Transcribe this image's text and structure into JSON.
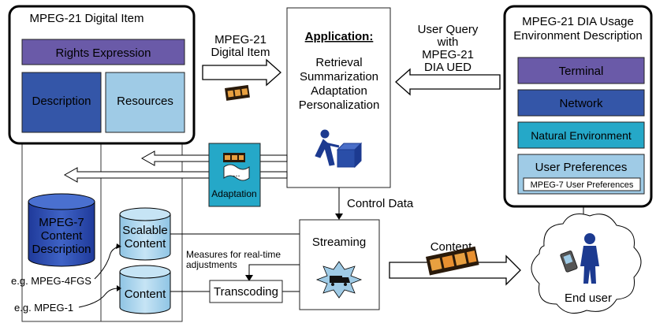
{
  "digital_item": {
    "title": "MPEG-21 Digital Item",
    "rights": "Rights Expression",
    "description": "Description",
    "resources": "Resources"
  },
  "arrow_label": {
    "line1": "MPEG-21",
    "line2": "Digital Item"
  },
  "application": {
    "title": "Application:",
    "items": [
      "Retrieval",
      "Summarization",
      "Adaptation",
      "Personalization"
    ]
  },
  "user_query": {
    "lines": [
      "User Query",
      "with",
      "MPEG-21",
      "DIA UED"
    ]
  },
  "ued": {
    "title_line1": "MPEG-21 DIA Usage",
    "title_line2": "Environment Description",
    "terminal": "Terminal",
    "network": "Network",
    "natural": "Natural Environment",
    "user_prefs": "User Preferences",
    "mpeg7_prefs": "MPEG-7 User Preferences"
  },
  "adaptation_label": "Adaptation",
  "ellipsis": "...",
  "control_data": "Control Data",
  "mpeg7": {
    "lines": [
      "MPEG-7",
      "Content",
      "Description"
    ]
  },
  "scalable": {
    "lines": [
      "Scalable",
      "Content"
    ]
  },
  "content_cyl": "Content",
  "streaming": "Streaming",
  "measures": {
    "line1": "Measures for real-time",
    "line2": "adjustments"
  },
  "transcoding": "Transcoding",
  "content_arrow": "Content",
  "end_user": "End user",
  "eg1": "e.g. MPEG-4FGS",
  "eg2": "e.g. MPEG-1",
  "colors": {
    "purple": "#6a5aa8",
    "blue": "#3456a8",
    "teal": "#25a8c8",
    "light_blue": "#9fcbe6",
    "dark_blue": "#2c43a0",
    "cyl_light": "#a8d4ec"
  }
}
